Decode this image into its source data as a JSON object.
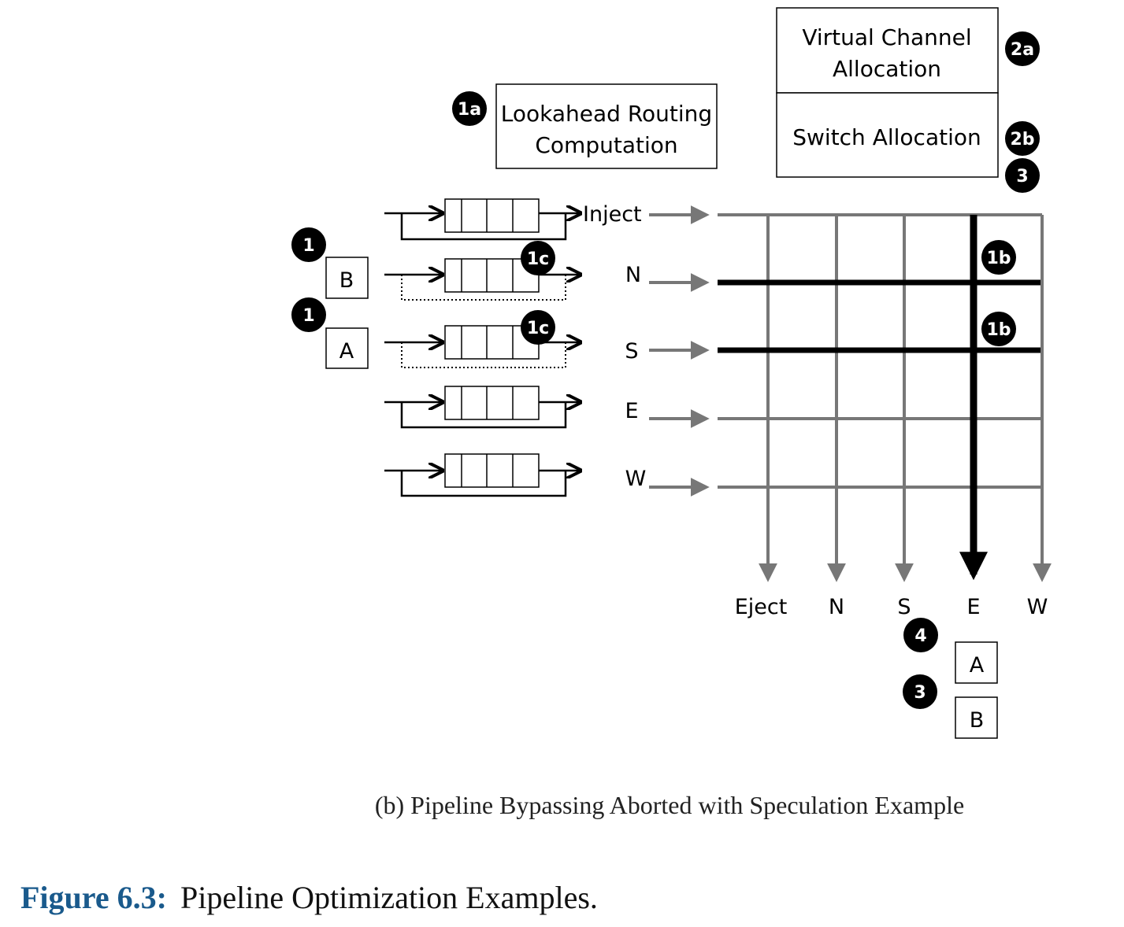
{
  "stages": {
    "lookahead_routing": [
      "Lookahead Routing",
      "Computation"
    ],
    "vc_allocation": [
      "Virtual Channel",
      "Allocation"
    ],
    "switch_allocation": "Switch Allocation"
  },
  "badges": {
    "b1a": "1a",
    "b2a": "2a",
    "b2b": "2b",
    "b3_top": "3",
    "b1_upper": "1",
    "b1_lower": "1",
    "b1c_upper": "1c",
    "b1c_lower": "1c",
    "b1b_upper": "1b",
    "b1b_lower": "1b",
    "b4": "4",
    "b3_bottom": "3"
  },
  "inputs": [
    "Inject",
    "N",
    "S",
    "E",
    "W"
  ],
  "outputs": [
    "Eject",
    "N",
    "S",
    "E",
    "W"
  ],
  "flits": {
    "input_b": "B",
    "input_a": "A",
    "output_a": "A",
    "output_b": "B"
  },
  "caption": {
    "subfigure": "(b) Pipeline Bypassing Aborted with Speculation Example",
    "figure_number": "Figure 6.3:",
    "figure_title": "Pipeline Optimization Examples."
  }
}
